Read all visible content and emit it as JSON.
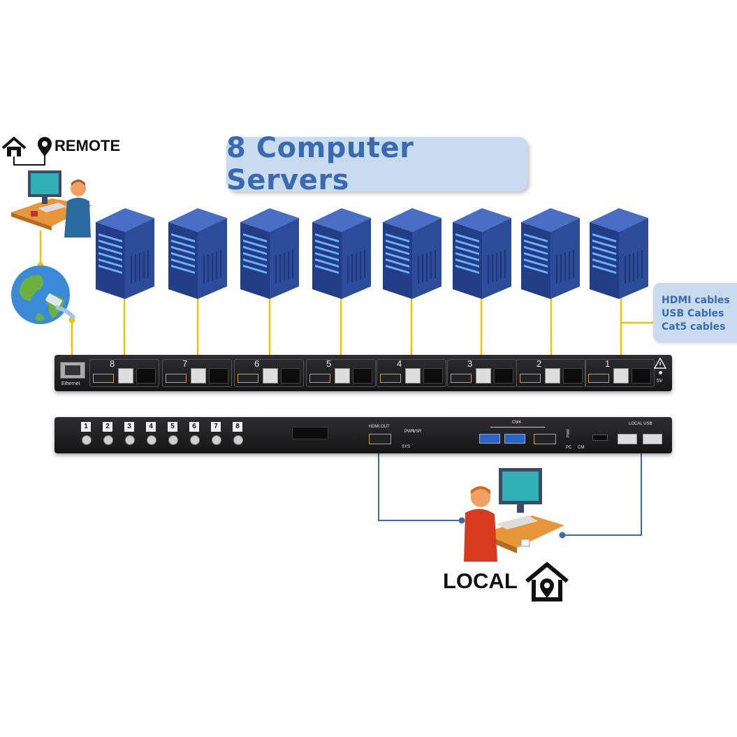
{
  "title": "8 Computer Servers",
  "cable_info": [
    "HDMI cables",
    "USB Cables",
    "Cat5 cables"
  ],
  "remote_label": "REMOTE",
  "local_label": "LOCAL",
  "rear_panel": {
    "port_numbers": [
      "8",
      "7",
      "6",
      "5",
      "4",
      "3",
      "2",
      "1"
    ],
    "ethernet_label": "Ethernet",
    "power_label": "5V"
  },
  "front_panel": {
    "button_numbers": [
      "1",
      "2",
      "3",
      "4",
      "5",
      "6",
      "7",
      "8"
    ],
    "hdmi_out_label": "HDMI OUT",
    "pwr_label": "PWR",
    "vsr_label": "VSR",
    "sys_label": "SYS",
    "cm4_label": "CM4",
    "pc_label": "PC",
    "cm_label": "CM",
    "local_usb_label": "LOCAL USB"
  },
  "colors": {
    "title_text": "#3a6bb0",
    "info_box": "#c9dcef",
    "server_wire": "#f2c200",
    "local_wire": "#3a6bb0",
    "server_body": "#2c4c9a"
  },
  "icons": [
    "home-icon",
    "location-pin-icon",
    "remote-user-icon",
    "globe-icon",
    "server-icon",
    "local-user-icon",
    "home-location-icon"
  ]
}
